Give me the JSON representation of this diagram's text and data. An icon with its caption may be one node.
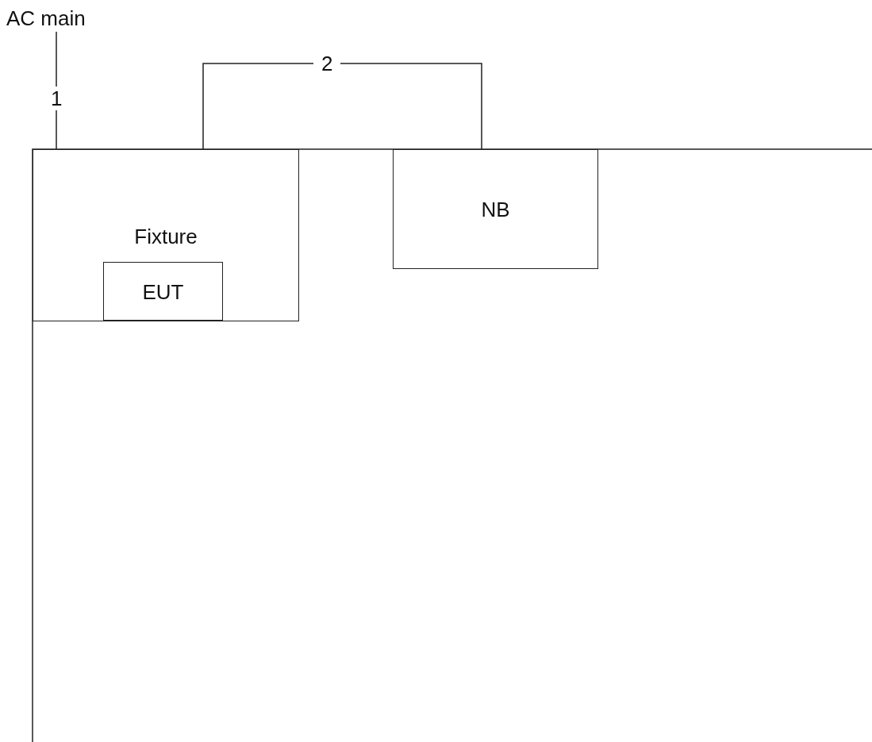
{
  "diagram": {
    "nodes": [
      {
        "text": [
          "AC main"
        ]
      },
      {
        "text": [
          "Fixture"
        ]
      },
      {
        "text": [
          "EUT"
        ],
        "in": 1
      },
      {
        "text": [
          "NB"
        ]
      }
    ],
    "edges": [
      {
        "from": 0,
        "to": 1,
        "arrow": "none",
        "label": "1"
      },
      {
        "from": 1,
        "to": 3,
        "arrow": "none",
        "label": "2"
      }
    ]
  }
}
